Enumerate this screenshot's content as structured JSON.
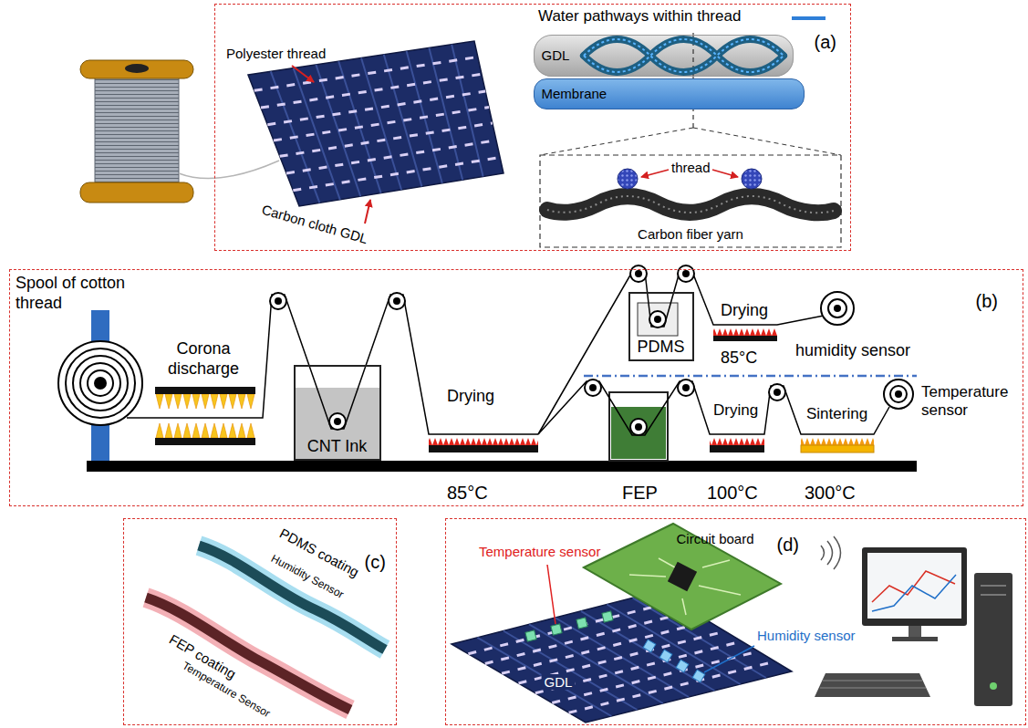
{
  "diagram": {
    "nodes": [
      {
        "text": [
          "(a)"
        ]
      },
      {
        "text": [
          "GDL"
        ],
        "in": 0
      },
      {
        "text": [
          "Membrane"
        ],
        "in": 0
      },
      {
        "text": [
          "(b)"
        ]
      },
      {
        "text": [
          "CNT Ink"
        ],
        "in": 3
      },
      {
        "text": [
          "PDMS"
        ],
        "in": 3
      },
      {
        "text": [
          "(c)"
        ]
      },
      {
        "text": [
          "(d)"
        ]
      },
      {
        "text": [
          "Circuit board"
        ],
        "in": 7
      }
    ],
    "labels": [
      "Polyester thread",
      "Carbon cloth GDL",
      "thread",
      "Carbon fiber yarn",
      "Spool of cotton thread",
      "Corona discharge",
      "Drying",
      "85°C",
      "Drying",
      "85°C",
      "humidity sensor",
      "FEP",
      "Drying",
      "100°C",
      "Sintering",
      "300°C",
      "Temperature sensor",
      "PDMS coating",
      "Humidity Sensor",
      "FEP coating",
      "Temperature Sensor",
      "Temperature sensor",
      "GDL",
      "Humidity sensor"
    ],
    "legend": [
      {
        "text": "Water pathways within thread"
      }
    ]
  }
}
